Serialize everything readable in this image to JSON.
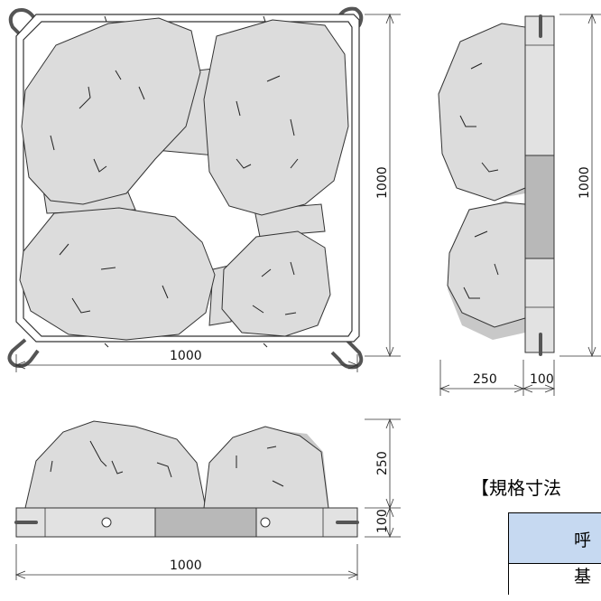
{
  "dimensions": {
    "top_width": "1000",
    "top_height": "1000",
    "side_height": "1000",
    "side_stone": "250",
    "side_base": "100",
    "front_width": "1000",
    "front_stone": "250",
    "front_base": "100"
  },
  "spec": {
    "heading": "【規格寸法",
    "header_cell": "呼",
    "row_cell": "基"
  }
}
